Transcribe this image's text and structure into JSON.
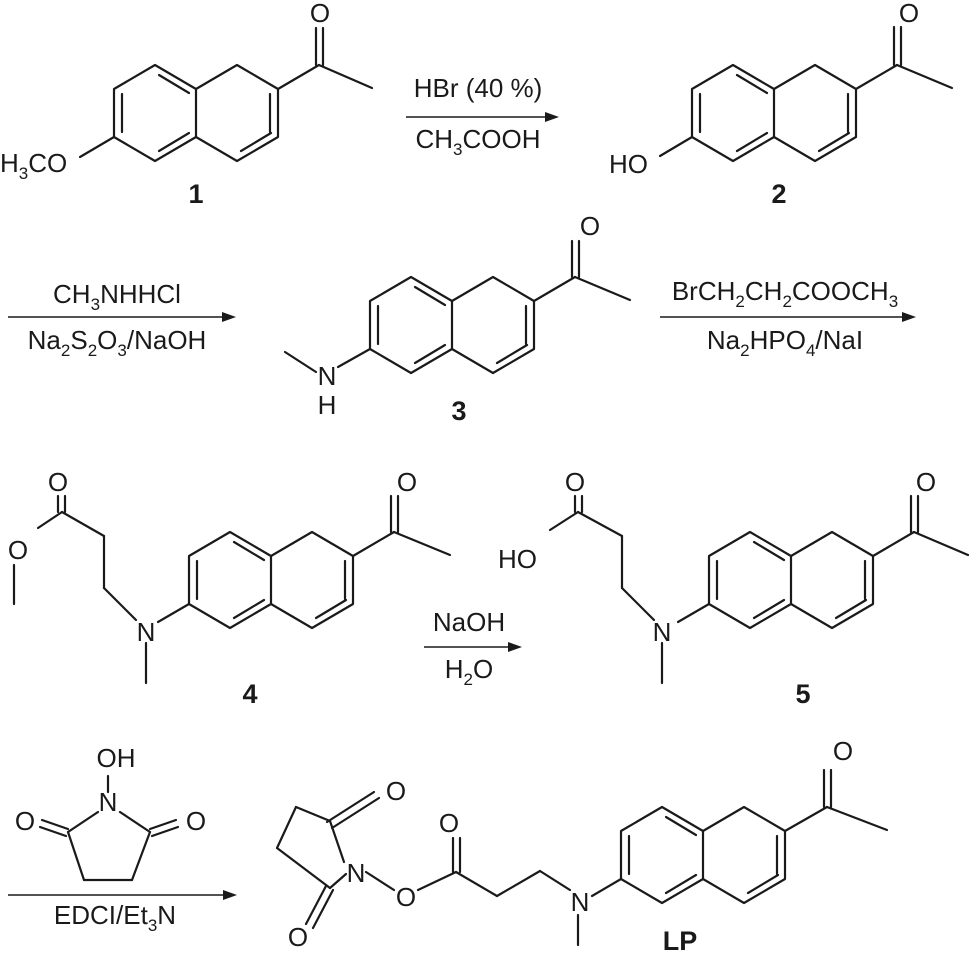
{
  "compounds": {
    "c1": {
      "number": "1",
      "substituent": [
        "H",
        "3",
        "CO"
      ]
    },
    "c2": {
      "number": "2",
      "substituent": "HO"
    },
    "c3": {
      "number": "3",
      "n": "N",
      "h": "H"
    },
    "c4": {
      "number": "4",
      "n": "N"
    },
    "c5": {
      "number": "5",
      "oh": "HO",
      "n": "N"
    },
    "lp": {
      "number": "LP",
      "n_imide": "N",
      "n_amine": "N"
    }
  },
  "reactions": {
    "r1": {
      "above": "HBr (40 %)",
      "below": [
        "CH",
        "3",
        "COOH"
      ]
    },
    "r2": {
      "above": [
        "CH",
        "3",
        "NHHCl"
      ],
      "below": [
        "Na",
        "2",
        "S",
        "2",
        "O",
        "3",
        "/NaOH"
      ]
    },
    "r3": {
      "above": [
        "BrCH",
        "2",
        "CH",
        "2",
        "COOCH",
        "3"
      ],
      "below": [
        "Na",
        "2",
        "HPO",
        "4",
        "/NaI"
      ]
    },
    "r4": {
      "above": "NaOH",
      "below": [
        "H",
        "2",
        "O"
      ]
    },
    "r5": {
      "reagent_oh": "OH",
      "reagent_n": "N",
      "below": [
        "EDCI/Et",
        "3",
        "N"
      ]
    }
  },
  "atoms": {
    "oxygen": "O"
  }
}
